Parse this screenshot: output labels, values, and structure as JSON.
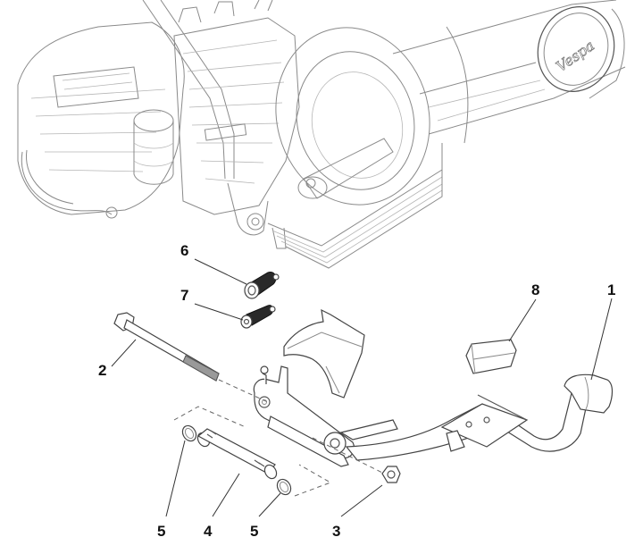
{
  "diagram": {
    "type": "exploded-parts-diagram",
    "subject": "Centre stand assembly below scooter engine",
    "engine_badge": "Vespa",
    "callouts": [
      {
        "number": "1",
        "part": "stand-pedal-lever"
      },
      {
        "number": "2",
        "part": "pivot-bolt"
      },
      {
        "number": "3",
        "part": "lock-nut"
      },
      {
        "number": "4",
        "part": "bushing-pin"
      },
      {
        "number": "5",
        "part": "washer-left"
      },
      {
        "number": "5",
        "part": "washer-right"
      },
      {
        "number": "6",
        "part": "return-spring-large"
      },
      {
        "number": "7",
        "part": "return-spring-small"
      },
      {
        "number": "8",
        "part": "rubber-stop-pad"
      }
    ]
  }
}
